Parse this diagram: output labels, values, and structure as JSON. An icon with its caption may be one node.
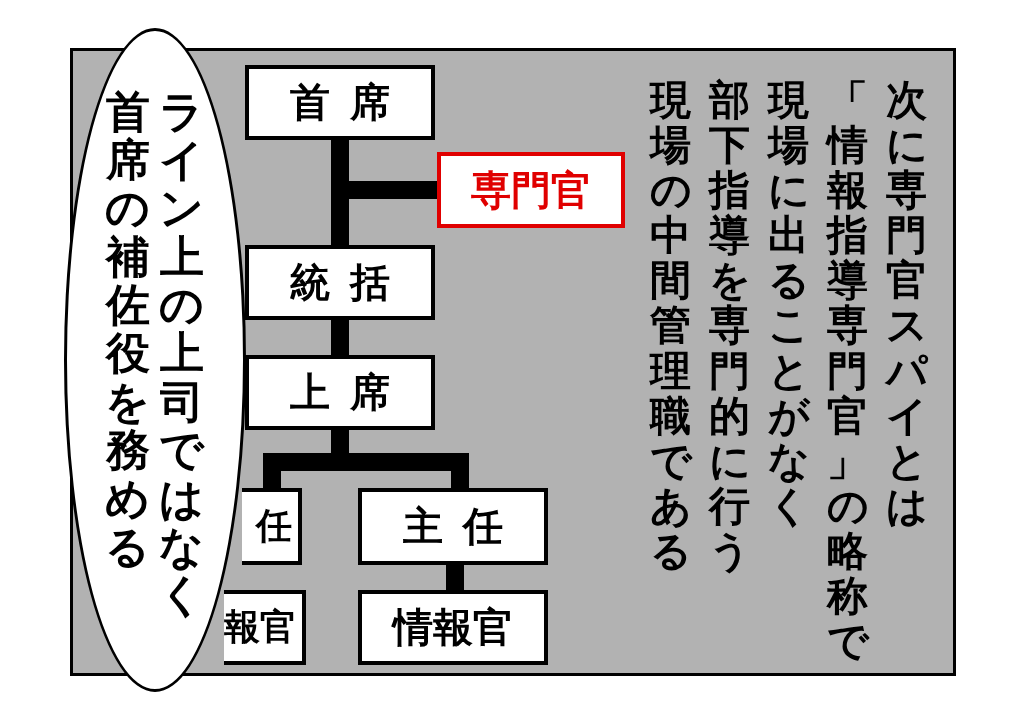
{
  "diagram": {
    "nodes": [
      {
        "text": [
          "首席"
        ]
      },
      {
        "text": [
          "専門官"
        ]
      },
      {
        "text": [
          "統括"
        ]
      },
      {
        "text": [
          "上席"
        ]
      },
      {
        "text": [
          "任"
        ]
      },
      {
        "text": [
          "主任"
        ]
      },
      {
        "text": [
          "報官"
        ]
      },
      {
        "text": [
          "情報官"
        ]
      },
      {
        "text": [
          "ライン上の上司ではなく首席の補佐役を務める"
        ]
      }
    ],
    "edges": [
      {
        "from": 0,
        "to": 2,
        "arrow": "none"
      },
      {
        "from": 0,
        "to": 1,
        "arrow": "none",
        "color": "#000000"
      },
      {
        "from": 2,
        "to": 3,
        "arrow": "none"
      },
      {
        "from": 3,
        "to": 4,
        "arrow": "none"
      },
      {
        "from": 3,
        "to": 5,
        "arrow": "none"
      },
      {
        "from": 5,
        "to": 7,
        "arrow": "none"
      }
    ],
    "labels": [
      "次に専門官スパイとは",
      "「情報指導専門官」の略称で",
      "現場に出ることがなく",
      "部下指導を専門的に行う",
      "現場の中間管理職である"
    ]
  }
}
